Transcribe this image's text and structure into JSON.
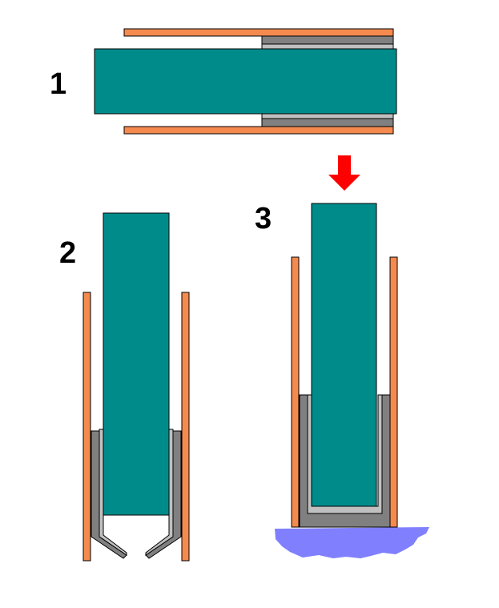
{
  "steps": [
    {
      "label": "1"
    },
    {
      "label": "2"
    },
    {
      "label": "3"
    }
  ],
  "colors": {
    "slab": "#008B8B",
    "wall": "#F58A4F",
    "sleeve": "#808080",
    "sleeve_light": "#C0C0C0",
    "arrow": "#FF0000",
    "base": "#8080FF"
  }
}
